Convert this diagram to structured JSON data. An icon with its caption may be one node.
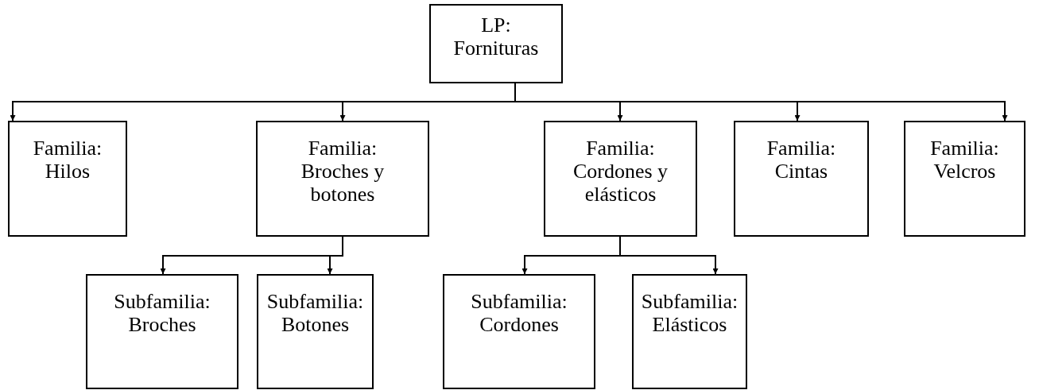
{
  "diagram": {
    "nodes": [
      {
        "text": [
          "LP:",
          "Fornituras"
        ]
      },
      {
        "text": [
          "Familia:",
          "Hilos"
        ]
      },
      {
        "text": [
          "Familia:",
          "Broches y botones"
        ]
      },
      {
        "text": [
          "Familia:",
          "Cordones y elásticos"
        ]
      },
      {
        "text": [
          "Familia:",
          "Cintas"
        ]
      },
      {
        "text": [
          "Familia:",
          "Velcros"
        ]
      },
      {
        "text": [
          "Subfamilia:",
          "Broches"
        ]
      },
      {
        "text": [
          "Subfamilia:",
          "Botones"
        ]
      },
      {
        "text": [
          "Subfamilia:",
          "Cordones"
        ]
      },
      {
        "text": [
          "Subfamilia:",
          "Elásticos"
        ]
      }
    ],
    "edges": [
      {
        "from": 0,
        "to": 1,
        "arrow": "to"
      },
      {
        "from": 0,
        "to": 2,
        "arrow": "to"
      },
      {
        "from": 0,
        "to": 3,
        "arrow": "to"
      },
      {
        "from": 0,
        "to": 4,
        "arrow": "to"
      },
      {
        "from": 0,
        "to": 5,
        "arrow": "to"
      },
      {
        "from": 2,
        "to": 6,
        "arrow": "to"
      },
      {
        "from": 2,
        "to": 7,
        "arrow": "to"
      },
      {
        "from": 3,
        "to": 8,
        "arrow": "to"
      },
      {
        "from": 3,
        "to": 9,
        "arrow": "to"
      }
    ]
  }
}
